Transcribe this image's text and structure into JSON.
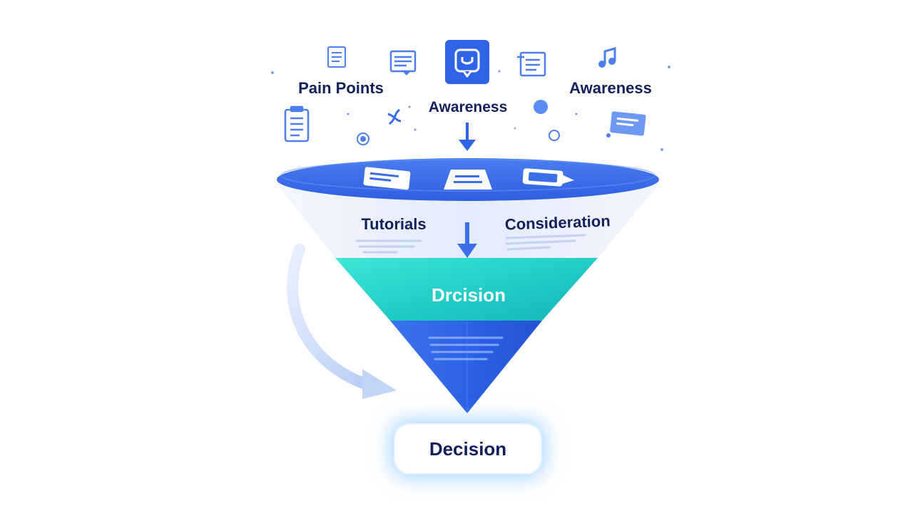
{
  "labels": {
    "pain_points": "Pain Points",
    "awareness_center": "Awareness",
    "awareness_right": "Awareness",
    "tutorials": "Tutorials",
    "consideration": "Consideration",
    "decision_band": "Drcision",
    "decision_final": "Decision"
  },
  "icons": [
    "document-icon",
    "presentation-icon",
    "chat-bubble-icon",
    "notes-icon",
    "music-note-icon",
    "checklist-icon",
    "dna-icon",
    "target-icon",
    "message-card-icon",
    "article-card-icon",
    "paper-stack-icon",
    "laptop-icon"
  ],
  "colors": {
    "accent_blue": "#2f64e6",
    "funnel_top": "#3b6ee8",
    "funnel_light": "#e9effc",
    "funnel_teal": "#22d3c8",
    "funnel_tip": "#2a5fe6",
    "label_navy": "#13205c",
    "glow": "#8cc4ff"
  }
}
